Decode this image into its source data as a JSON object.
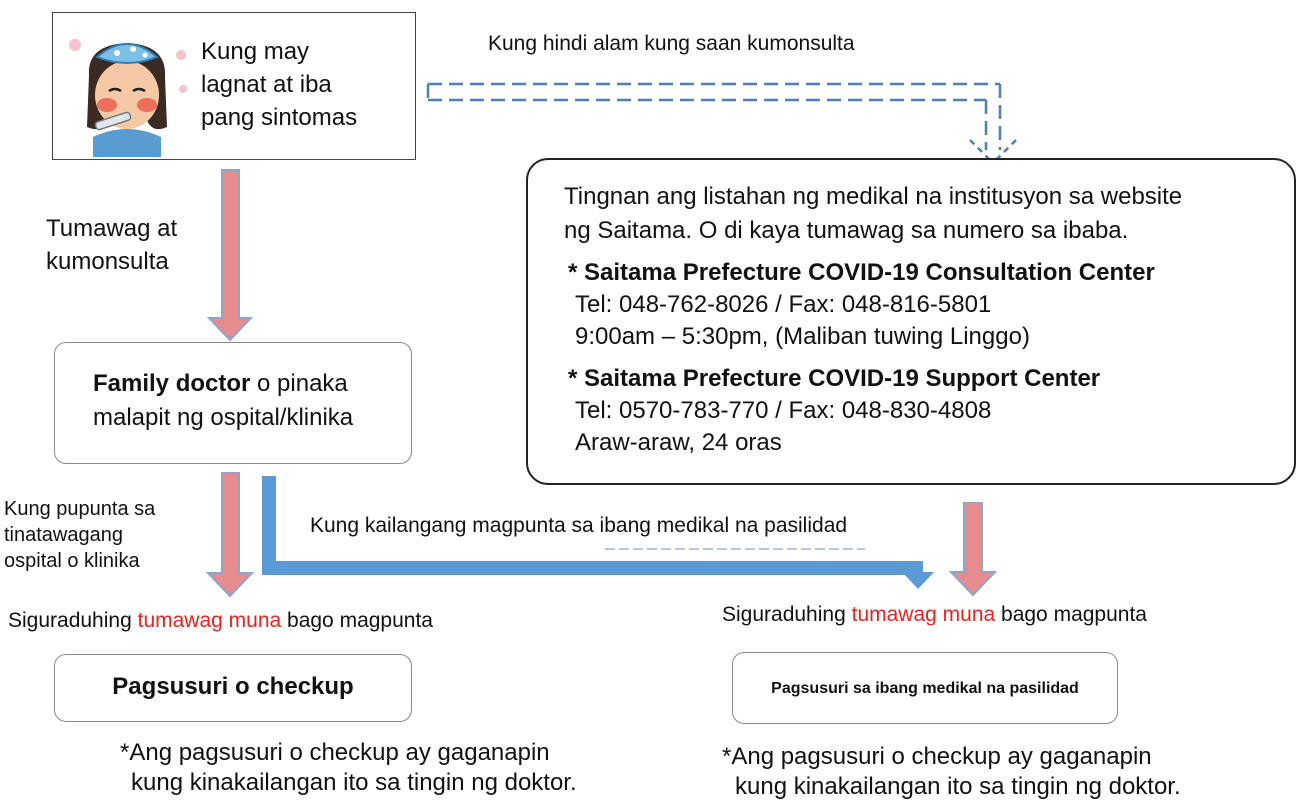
{
  "symptom_box": {
    "line1": "Kung may",
    "line2": "lagnat at iba",
    "line3": "pang sintomas"
  },
  "dashed_label": "Kung hindi alam kung saan kumonsulta",
  "call_consult": {
    "line1": "Tumawag at",
    "line2": "kumonsulta"
  },
  "family_doctor": {
    "bold": "Family doctor",
    "line1_rest": " o pinaka",
    "line2": "malapit ng ospital/klinika"
  },
  "info_box": {
    "line1": "Tingnan ang listahan ng medikal na institusyon sa website",
    "line2": "ng Saitama. O di kaya tumawag sa numero sa ibaba.",
    "center1": {
      "title": "* Saitama Prefecture COVID-19 Consultation Center",
      "tel": "Tel: 048-762-8026 / Fax: 048-816-5801",
      "hours": "9:00am – 5:30pm, (Maliban tuwing Linggo)"
    },
    "center2": {
      "title": "* Saitama Prefecture COVID-19 Support Center",
      "tel": "Tel: 0570-783-770 / Fax: 048-830-4808",
      "hours": "Araw-araw, 24 oras"
    }
  },
  "left_branch": {
    "line1": "Kung pupunta sa",
    "line2": "tinatawagang",
    "line3": "ospital o klinika"
  },
  "other_facility_label": "Kung kailangang magpunta sa ibang medikal na pasilidad",
  "reminder_left": {
    "before": "Siguraduhing ",
    "highlight": "tumawag muna",
    "after": " bago magpunta"
  },
  "reminder_right": {
    "before": "Siguraduhing ",
    "highlight": "tumawag muna",
    "after": " bago magpunta"
  },
  "checkup_box": "Pagsusuri o checkup",
  "other_checkup_box": "Pagsusuri sa ibang medikal na pasilidad",
  "note_left": {
    "line1": "*Ang pagsusuri o checkup ay gaganapin",
    "line2": "kung kinakailangan ito sa tingin ng doktor."
  },
  "note_right": {
    "line1": "*Ang pagsusuri o checkup ay gaganapin",
    "line2": "kung kinakailangan ito sa tingin ng doktor."
  },
  "colors": {
    "pink_fill": "#e68c8e",
    "pink_stroke": "#8da6c9",
    "blue": "#5b9bd5",
    "dashed": "#4e7fb5",
    "red_text": "#e8231f"
  }
}
